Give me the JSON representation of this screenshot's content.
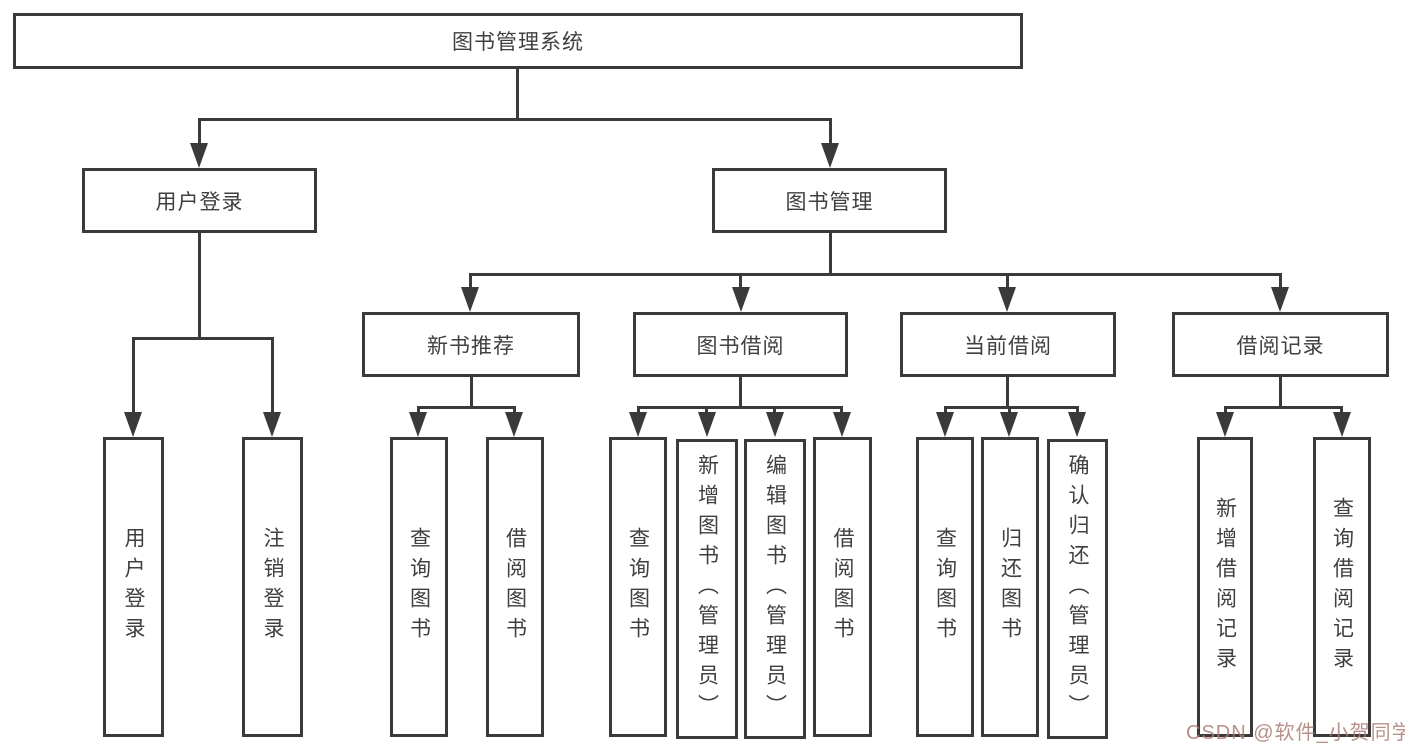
{
  "diagram": {
    "root": {
      "label": "图书管理系统",
      "children": [
        {
          "label": "用户登录",
          "children": [
            {
              "label": "用户登录"
            },
            {
              "label": "注销登录"
            }
          ]
        },
        {
          "label": "图书管理",
          "children": [
            {
              "label": "新书推荐",
              "children": [
                {
                  "label": "查询图书"
                },
                {
                  "label": "借阅图书"
                }
              ]
            },
            {
              "label": "图书借阅",
              "children": [
                {
                  "label": "查询图书"
                },
                {
                  "label": "新增图书（管理员）"
                },
                {
                  "label": "编辑图书（管理员）"
                },
                {
                  "label": "借阅图书"
                }
              ]
            },
            {
              "label": "当前借阅",
              "children": [
                {
                  "label": "查询图书"
                },
                {
                  "label": "归还图书"
                },
                {
                  "label": "确认归还（管理员）"
                }
              ]
            },
            {
              "label": "借阅记录",
              "children": [
                {
                  "label": "新增借阅记录"
                },
                {
                  "label": "查询借阅记录"
                }
              ]
            }
          ]
        }
      ]
    },
    "colors": {
      "line": "#3a3a3a",
      "text": "#404040",
      "background": "#ffffff",
      "watermark": "#ac7c76"
    }
  },
  "watermark": {
    "text": "CSDN @软件_小贺同学"
  }
}
